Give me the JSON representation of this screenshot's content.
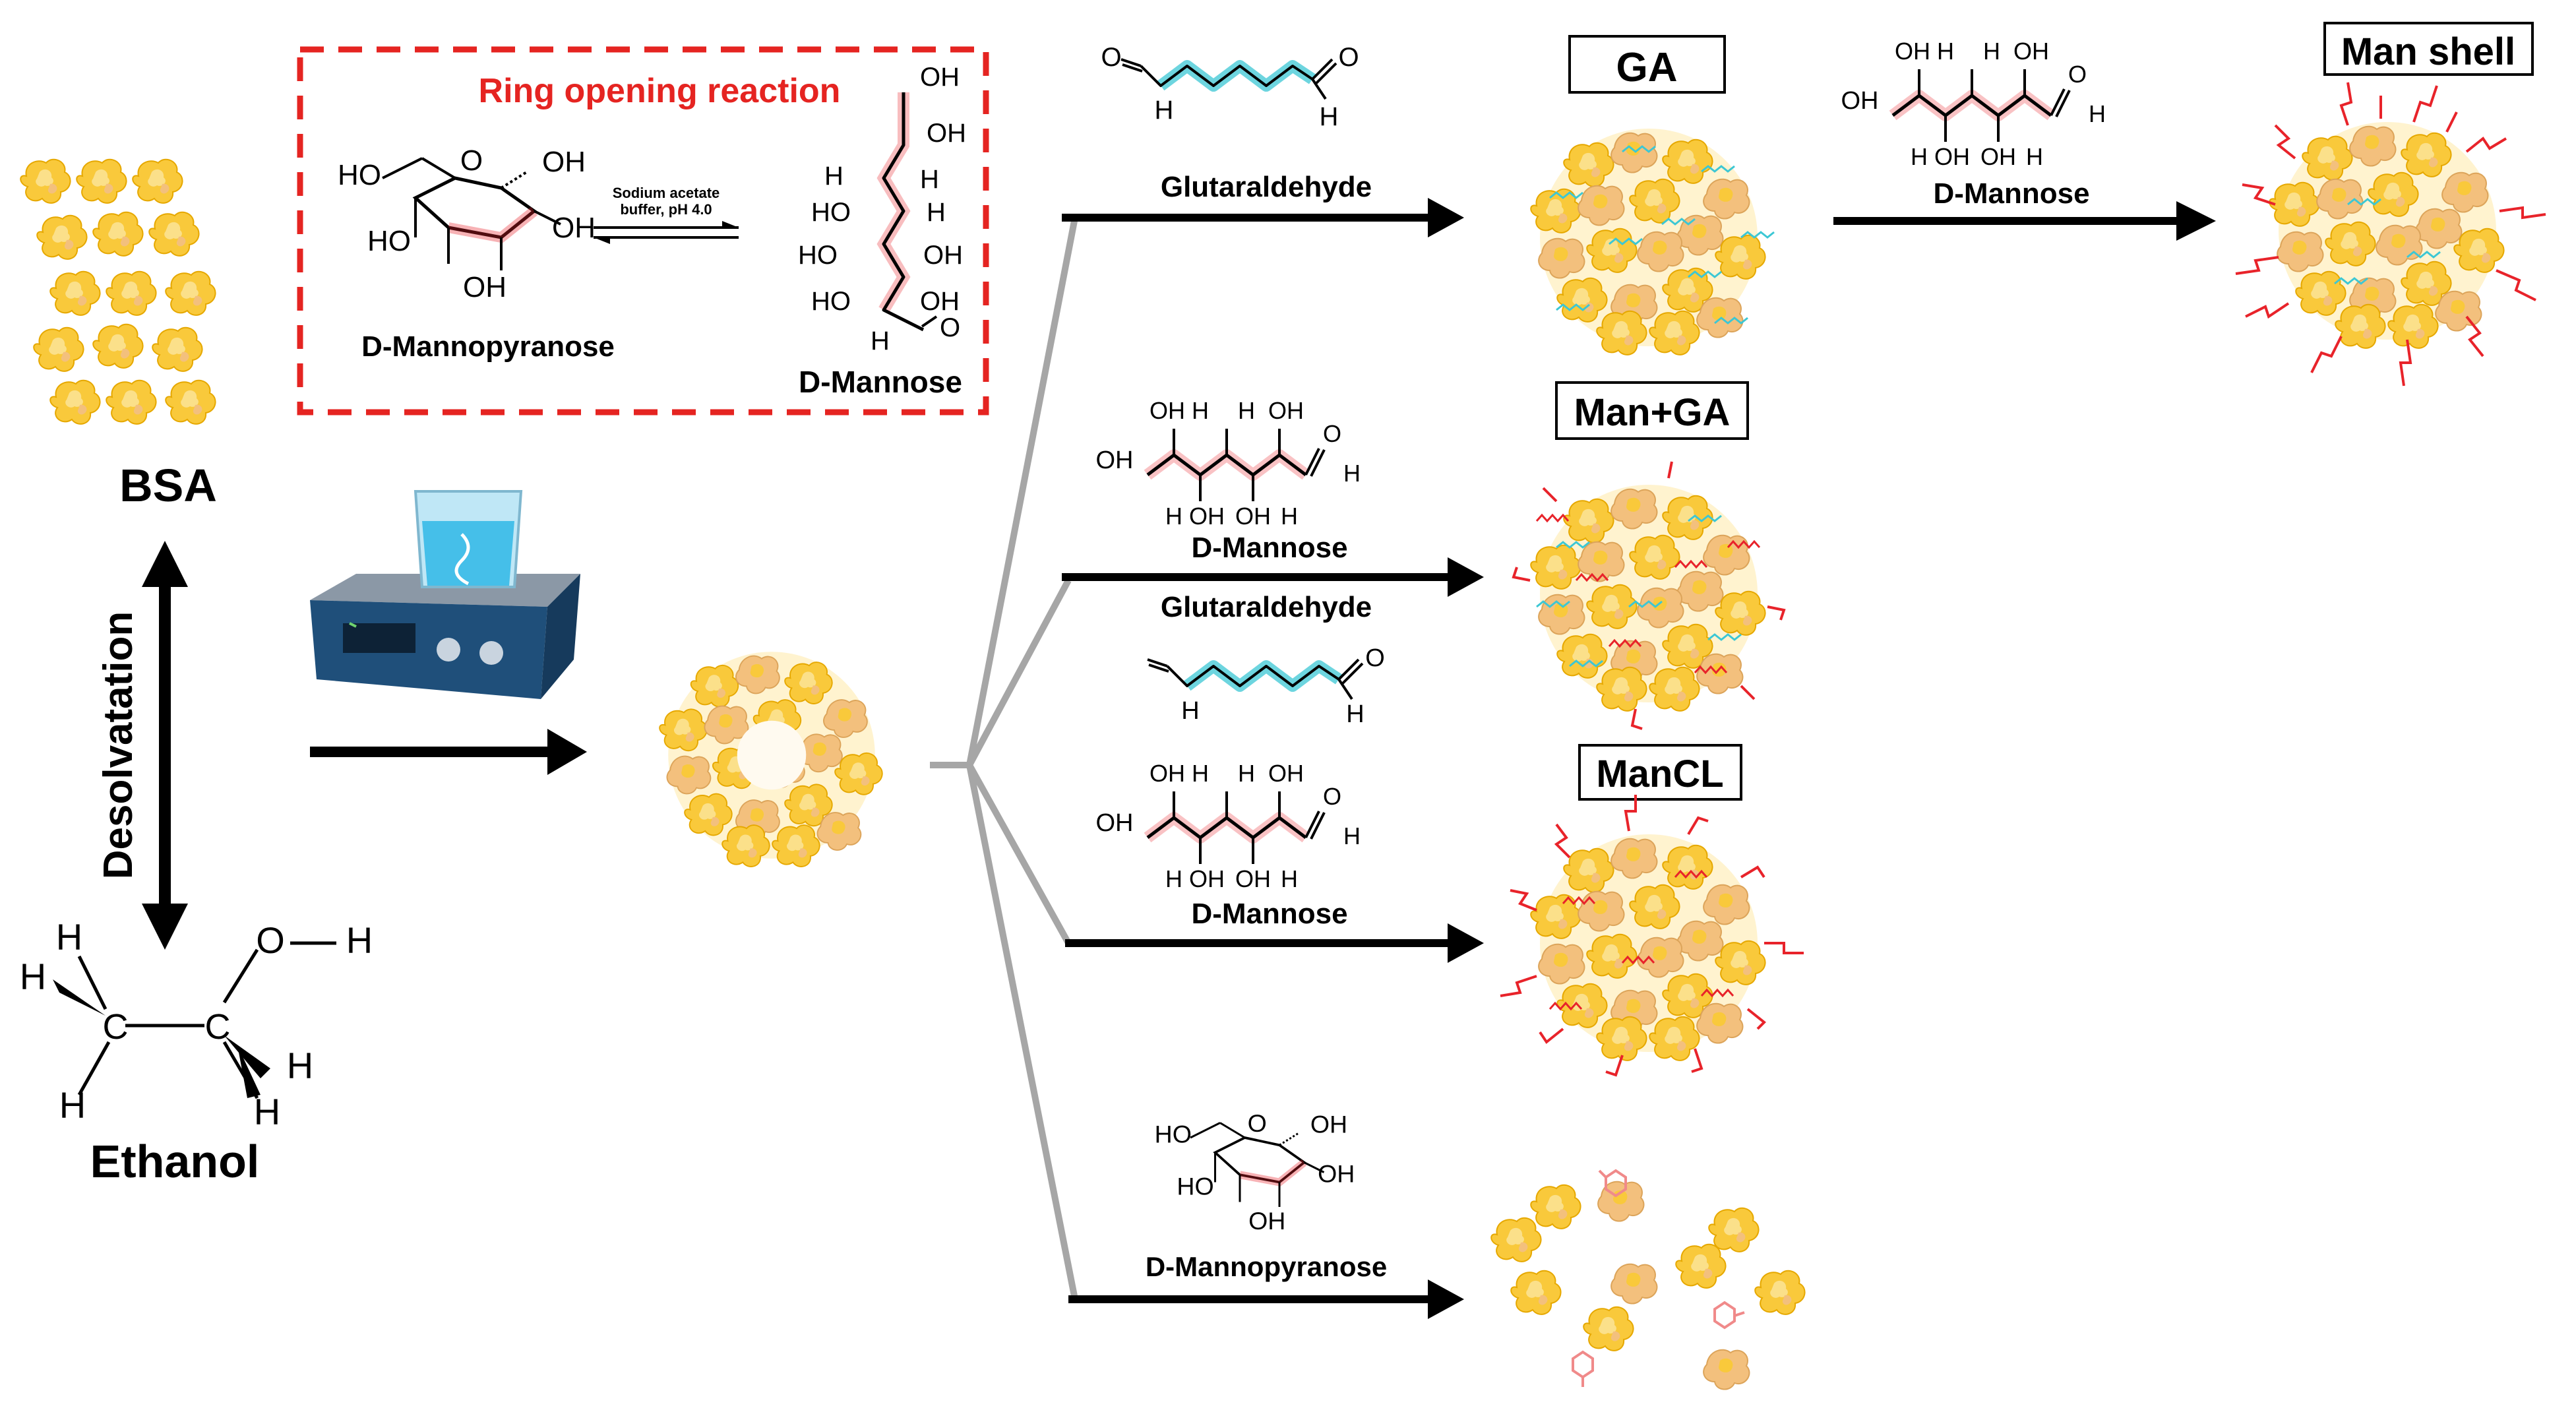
{
  "colors": {
    "background": "#ffffff",
    "arrow": "#000000",
    "branch_line": "#a6a6a6",
    "dashed_box": "#e52421",
    "ga_link": "#3cc7d4",
    "mannose_link": "#e8232a",
    "mannose_glow": "#f4a7a7",
    "protein_main": "#f9c93b",
    "protein_light": "#fbe08a",
    "protein_tan": "#f3c07d"
  },
  "labels": {
    "bsa": "BSA",
    "ethanol": "Ethanol",
    "desolvatation": "Desolvatation",
    "ring_opening": "Ring opening reaction",
    "sodium_acetate_line1": "Sodium acetate",
    "sodium_acetate_line2": "buffer, pH 4.0",
    "d_mannopyranose": "D-Mannopyranose",
    "d_mannose": "D-Mannose",
    "glutaraldehyde": "Glutaraldehyde"
  },
  "boxes": {
    "ga": "GA",
    "man_shell": "Man shell",
    "man_ga": "Man+GA",
    "mancl": "ManCL"
  },
  "atoms": {
    "ho": "HO",
    "oh": "OH",
    "h": "H",
    "o": "O",
    "c": "C"
  },
  "icons": [
    "protein-cluster-icon",
    "magnetic-stirrer-icon",
    "beaker-icon",
    "nanoparticle-icon",
    "molecule-icon"
  ]
}
